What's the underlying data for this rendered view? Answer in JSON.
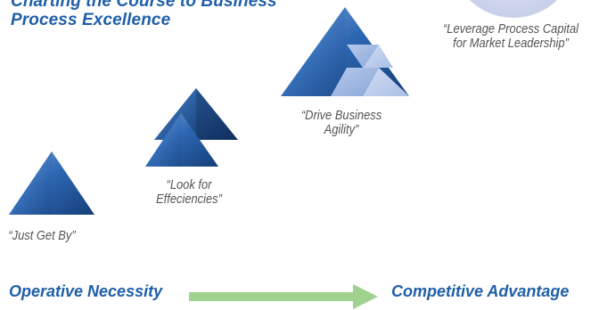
{
  "title": {
    "line1": "Charting the Course to Business",
    "line2": "Process Excellence"
  },
  "stages": [
    {
      "lines": [
        "“Just Get By”"
      ]
    },
    {
      "lines": [
        "“Look for",
        "Effeciencies”"
      ]
    },
    {
      "lines": [
        "“Drive Business",
        "Agility”"
      ]
    },
    {
      "lines": [
        "“Leverage Process Capital",
        "for Market Leadership”"
      ]
    }
  ],
  "axis": {
    "start_label": "Operative Necessity",
    "end_label": "Competitive Advantage"
  },
  "colors": {
    "brand": "#1f5fa8",
    "arrow": "#9fd28f",
    "pyramid_dark": "#1b4f8f",
    "pyramid_light": "#6f9bd6"
  }
}
